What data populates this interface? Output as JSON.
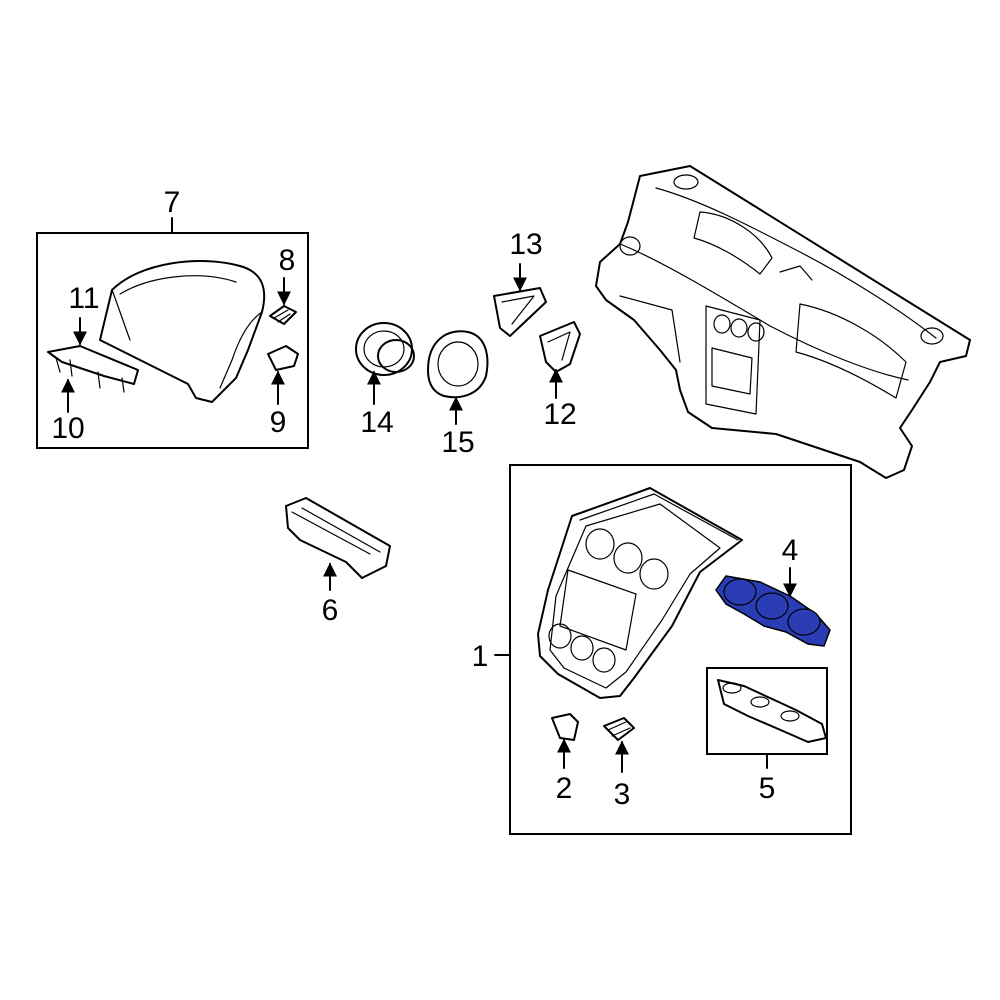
{
  "diagram": {
    "highlight_color": "#2a3db5",
    "callouts": {
      "c1": "1",
      "c2": "2",
      "c3": "3",
      "c4": "4",
      "c5": "5",
      "c6": "6",
      "c7": "7",
      "c8": "8",
      "c9": "9",
      "c10": "10",
      "c11": "11",
      "c12": "12",
      "c13": "13",
      "c14": "14",
      "c15": "15"
    }
  }
}
